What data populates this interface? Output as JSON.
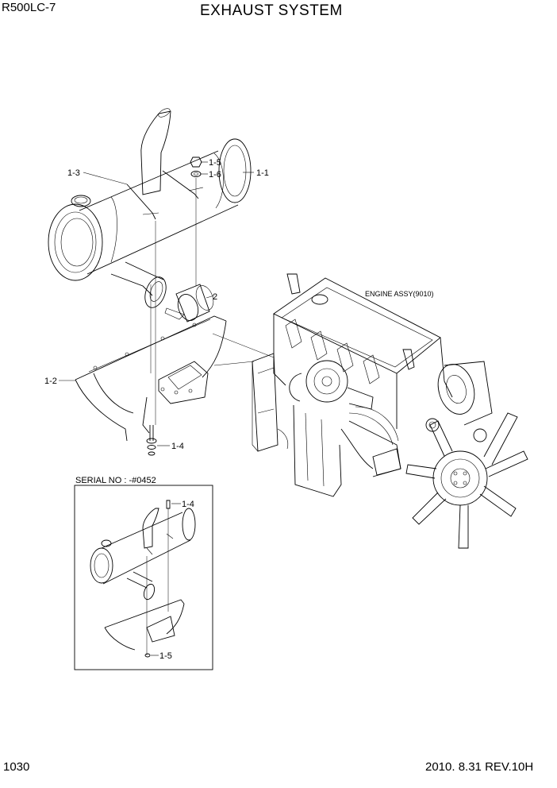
{
  "header": {
    "model": "R500LC-7",
    "title": "EXHAUST SYSTEM"
  },
  "footer": {
    "page_number": "1030",
    "revision": "2010. 8.31  REV.10H"
  },
  "diagram": {
    "callouts": [
      "1-1",
      "1-2",
      "1-3",
      "1-4",
      "1-5",
      "1-6",
      "2"
    ],
    "engine_label": "ENGINE ASSY(9010)",
    "inset": {
      "title": "SERIAL NO : -#0452",
      "callouts": [
        "1-4",
        "1-5"
      ]
    }
  }
}
